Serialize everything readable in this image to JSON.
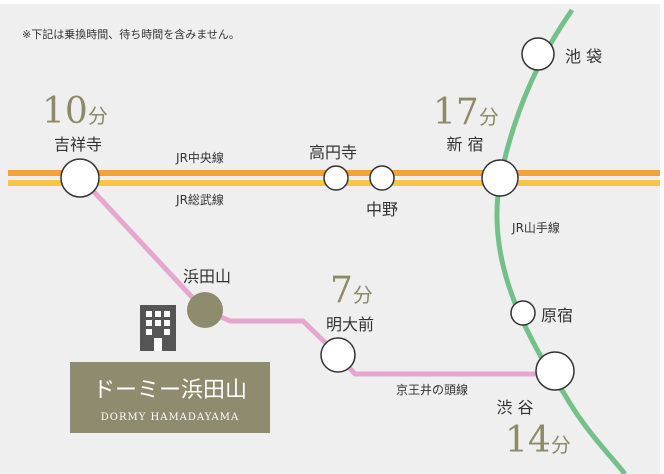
{
  "note": "※下記は乗換時間、待ち時間を含みません。",
  "colors": {
    "background": "#efefef",
    "frame": "#ffffff",
    "chuo_line": "#f2a33a",
    "sobu_line": "#f7c645",
    "yamanote_line": "#74c089",
    "inokashira_line": "#e6a6cf",
    "station_fill": "#ffffff",
    "station_stroke": "#333333",
    "home_station": "#8e8b6e",
    "text": "#333333",
    "time_text": "#8e8a68",
    "dormy_box": "#8e8b6e",
    "dormy_text": "#ffffff",
    "building_icon": "#555555"
  },
  "lines": {
    "chuo": "JR中央線",
    "sobu": "JR総武線",
    "yamanote": "JR山手線",
    "inokashira": "京王井の頭線"
  },
  "stations": {
    "ikebukuro": "池 袋",
    "kichijoji": "吉祥寺",
    "koenji": "高円寺",
    "shinjuku": "新 宿",
    "nakano": "中野",
    "hamadayama": "浜田山",
    "meidaimae": "明大前",
    "harajuku": "原宿",
    "shibuya": "渋 谷"
  },
  "travel_times": {
    "kichijoji": {
      "value": "10",
      "unit": "分"
    },
    "shinjuku": {
      "value": "17",
      "unit": "分"
    },
    "meidaimae": {
      "value": "7",
      "unit": "分"
    },
    "shibuya": {
      "value": "14",
      "unit": "分"
    }
  },
  "dormy": {
    "name_ja": "ドーミー浜田山",
    "name_en": "DORMY HAMADAYAMA",
    "icon": "building-icon"
  }
}
